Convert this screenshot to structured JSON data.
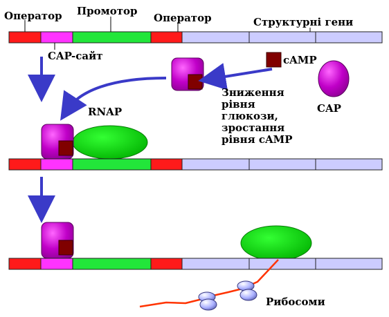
{
  "labels": {
    "operator_left": "Оператор",
    "promoter": "Промотор",
    "operator_right": "Оператор",
    "structural_genes": "Структурні гени",
    "cap_site": "CAP-сайт",
    "camp": "cAMP",
    "condition_line1": "Зниження",
    "condition_line2": "рівня",
    "condition_line3": "глюкози,",
    "condition_line4": "зростання",
    "condition_line5": "рівня cAMP",
    "cap": "CAP",
    "rnap": "RNAP",
    "ribosomes": "Рибосоми"
  },
  "colors": {
    "operator": "#ff1a1a",
    "cap_site": "#ff33ff",
    "promoter": "#22e63a",
    "genes": "#ccccff",
    "cap_protein": "#b000b8",
    "camp": "#800000",
    "rnap": "#0fd40f",
    "arrow": "#3a3ac8",
    "mrna": "#ff3300",
    "ribosome": "#aab0ff"
  }
}
